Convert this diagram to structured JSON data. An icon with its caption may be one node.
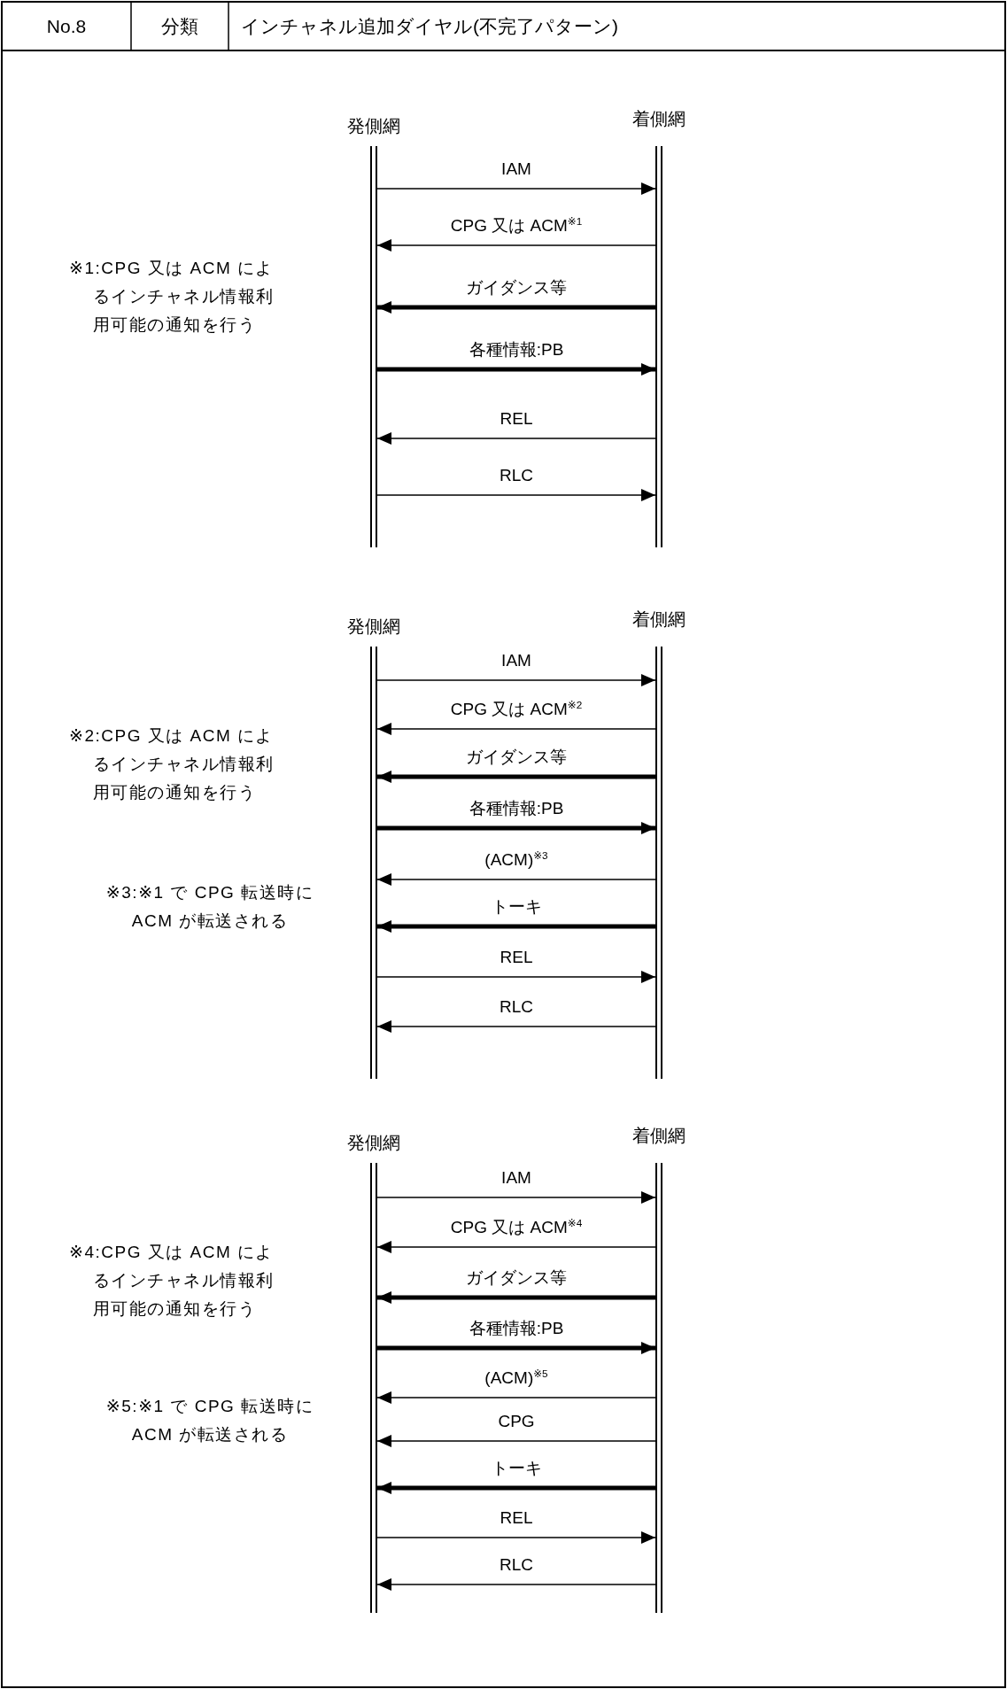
{
  "diagram": {
    "nodes": [
      {
        "text": [
          "発側網"
        ]
      },
      {
        "text": [
          "着側網"
        ]
      },
      {
        "text": [
          "発側網"
        ]
      },
      {
        "text": [
          "着側網"
        ]
      },
      {
        "text": [
          "発側網"
        ]
      },
      {
        "text": [
          "着側網"
        ]
      }
    ],
    "edges": [
      {
        "from": 0,
        "to": 1,
        "arrow": "to",
        "label": "IAM"
      },
      {
        "from": 1,
        "to": 0,
        "arrow": "to",
        "label": "CPG 又は ACM$^{※1}$"
      },
      {
        "from": 1,
        "to": 0,
        "arrow": "to",
        "label": "ガイダンス等",
        "style": "thick"
      },
      {
        "from": 0,
        "to": 1,
        "arrow": "to",
        "label": "各種情報:PB",
        "style": "thick"
      },
      {
        "from": 1,
        "to": 0,
        "arrow": "to",
        "label": "REL"
      },
      {
        "from": 0,
        "to": 1,
        "arrow": "to",
        "label": "RLC"
      },
      {
        "from": 2,
        "to": 3,
        "arrow": "to",
        "label": "IAM"
      },
      {
        "from": 3,
        "to": 2,
        "arrow": "to",
        "label": "CPG 又は ACM$^{※2}$"
      },
      {
        "from": 3,
        "to": 2,
        "arrow": "to",
        "label": "ガイダンス等",
        "style": "thick"
      },
      {
        "from": 2,
        "to": 3,
        "arrow": "to",
        "label": "各種情報:PB",
        "style": "thick"
      },
      {
        "from": 3,
        "to": 2,
        "arrow": "to",
        "label": "(ACM)$^{※3}$"
      },
      {
        "from": 3,
        "to": 2,
        "arrow": "to",
        "label": "トーキ",
        "style": "thick"
      },
      {
        "from": 2,
        "to": 3,
        "arrow": "to",
        "label": "REL"
      },
      {
        "from": 3,
        "to": 2,
        "arrow": "to",
        "label": "RLC"
      },
      {
        "from": 4,
        "to": 5,
        "arrow": "to",
        "label": "IAM"
      },
      {
        "from": 5,
        "to": 4,
        "arrow": "to",
        "label": "CPG 又は ACM$^{※4}$"
      },
      {
        "from": 5,
        "to": 4,
        "arrow": "to",
        "label": "ガイダンス等",
        "style": "thick"
      },
      {
        "from": 4,
        "to": 5,
        "arrow": "to",
        "label": "各種情報:PB",
        "style": "thick"
      },
      {
        "from": 5,
        "to": 4,
        "arrow": "to",
        "label": "(ACM)$^{※5}$"
      },
      {
        "from": 5,
        "to": 4,
        "arrow": "to",
        "label": "CPG"
      },
      {
        "from": 5,
        "to": 4,
        "arrow": "to",
        "label": "トーキ",
        "style": "thick"
      },
      {
        "from": 4,
        "to": 5,
        "arrow": "to",
        "label": "REL"
      },
      {
        "from": 5,
        "to": 4,
        "arrow": "to",
        "label": "RLC"
      }
    ],
    "labels": [
      "No.8",
      "分類",
      "インチャネル追加ダイヤル(不完了パターン)",
      "※1:CPG 又は ACM によるインチャネル情報利用可能の通知を行う",
      "※2:CPG 又は ACM によるインチャネル情報利用可能の通知を行う",
      "※3:※1 で CPG 転送時に ACM が転送される",
      "※4:CPG 又は ACM によるインチャネル情報利用可能の通知を行う",
      "※5:※1 で CPG 転送時に ACM が転送される"
    ]
  }
}
